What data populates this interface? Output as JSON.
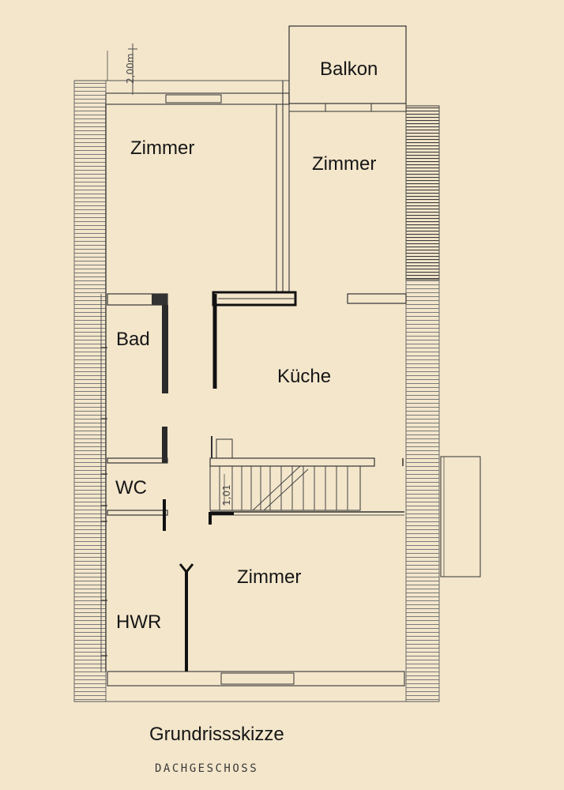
{
  "rooms": {
    "balkon": "Balkon",
    "zimmer_left": "Zimmer",
    "zimmer_right": "Zimmer",
    "bad": "Bad",
    "kueche": "Küche",
    "wc": "WC",
    "zimmer_bottom": "Zimmer",
    "hwr": "HWR"
  },
  "dimensions": {
    "top_dim": "2,00m",
    "stair_dim": "1,01"
  },
  "caption": {
    "title": "Grundrissskizze",
    "subtitle": "DACHGESCHOSS"
  },
  "colors": {
    "paper": "#f3e6cb",
    "ink": "#1a1a1a",
    "hatch": "#6e6e6e"
  }
}
